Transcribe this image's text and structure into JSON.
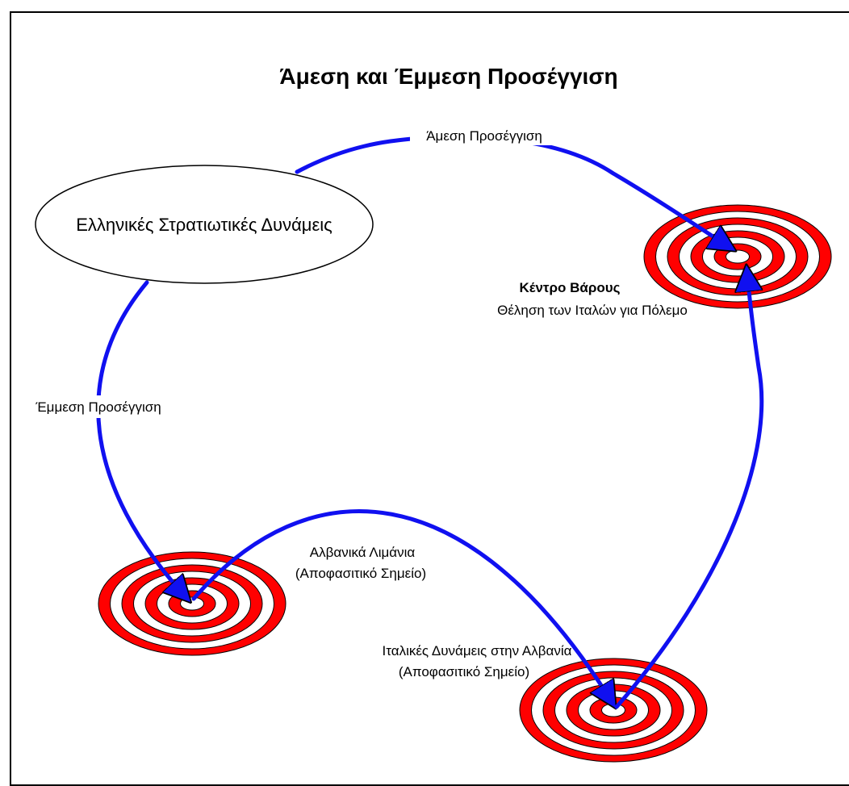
{
  "title": "Άμεση και Έμμεση Προσέγγιση",
  "colors": {
    "arrow": "#1010f0",
    "target_red": "#ff0000",
    "target_white": "#ffffff",
    "outline": "#000000"
  },
  "nodes": {
    "origin": {
      "label": "Ελληνικές Στρατιωτικές Δυνάμεις"
    },
    "center_of_gravity": {
      "title": "Κέντρο Βάρους",
      "subtitle": "Θέληση των Ιταλών για Πόλεμο"
    },
    "albanian_ports": {
      "line1": "Αλβανικά Λιμάνια",
      "line2": "(Αποφασιτικό Σημείο)"
    },
    "italian_forces": {
      "line1": "Ιταλικές Δυνάμεις στην Αλβανία",
      "line2": "(Αποφασιτικό Σημείο)"
    }
  },
  "edges": {
    "direct": {
      "label": "Άμεση Προσέγγιση"
    },
    "indirect": {
      "label": "Έμμεση Προσέγγιση"
    }
  }
}
